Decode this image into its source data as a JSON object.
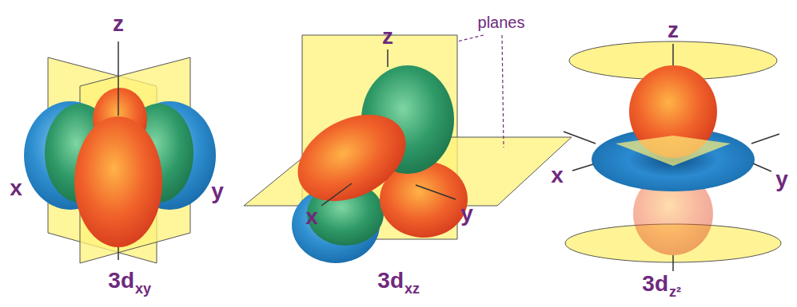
{
  "diagram": {
    "labels": [
      "z",
      "x",
      "y",
      "3d",
      "xy",
      "z",
      "planes",
      "x",
      "y",
      "3d",
      "xz",
      "z",
      "x",
      "y",
      "3d",
      "z²"
    ]
  }
}
